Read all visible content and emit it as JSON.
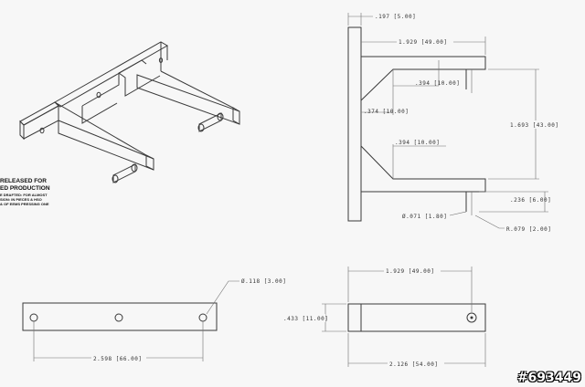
{
  "sheet": {
    "watermark": "#693449",
    "release_note": {
      "line1": "RELEASED FOR",
      "line2": "ED PRODUCTION",
      "small1": "E DRAFTED: FOR ALMOST",
      "small2": "SION: IN PIECES & HSO",
      "small3": "& OF EEMS PRESSING ONE"
    }
  },
  "dimensions": {
    "top_thickness": ".197 [5.00]",
    "arm_length": "1.929 [49.00]",
    "arm_gap_top": ".394 [10.00]",
    "chamfer_offset": ".374 [10.00]",
    "arm_gap_bottom": ".394 [10.00]",
    "overall_height": "1.693 [43.00]",
    "pin_length": ".236 [6.00]",
    "pin_diameter": "Ø.071 [1.80]",
    "pin_radius": "R.079 [2.00]",
    "hole_diameter": "Ø.118 [3.00]",
    "hole_spacing": "2.598 [66.00]",
    "bottom_inner": "1.929 [49.00]",
    "bar_height": ".433 [11.00]",
    "overall_width": "2.126 [54.00]"
  }
}
